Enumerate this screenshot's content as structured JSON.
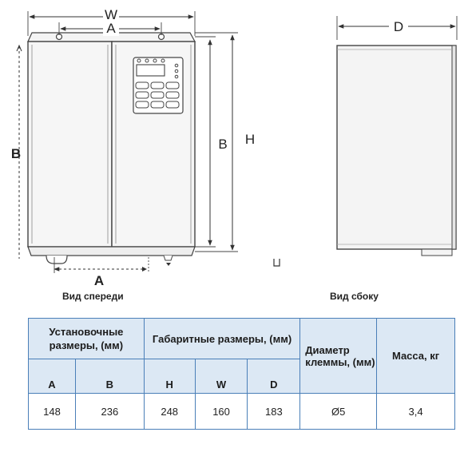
{
  "drawing": {
    "dim_W": "W",
    "dim_A_top": "A",
    "dim_B_left": "B",
    "dim_B_right": "B",
    "dim_H": "H",
    "dim_A_bottom": "A",
    "dim_D": "D"
  },
  "captions": {
    "front": "Вид спереди",
    "side": "Вид сбоку"
  },
  "table": {
    "group_mounting": "Установочные размеры, (мм)",
    "group_overall": "Габаритные размеры, (мм)",
    "col_terminal": "Диаметр клеммы, (мм)",
    "col_mass": "Масса, кг",
    "col_A": "A",
    "col_B": "B",
    "col_H": "H",
    "col_W": "W",
    "col_D": "D",
    "row": {
      "A": "148",
      "B": "236",
      "H": "248",
      "W": "160",
      "D": "183",
      "terminal": "Ø5",
      "mass": "3,4"
    }
  },
  "colors": {
    "line": "#444444",
    "table_border": "#4a7fb8",
    "header_fill": "#dce8f4"
  }
}
